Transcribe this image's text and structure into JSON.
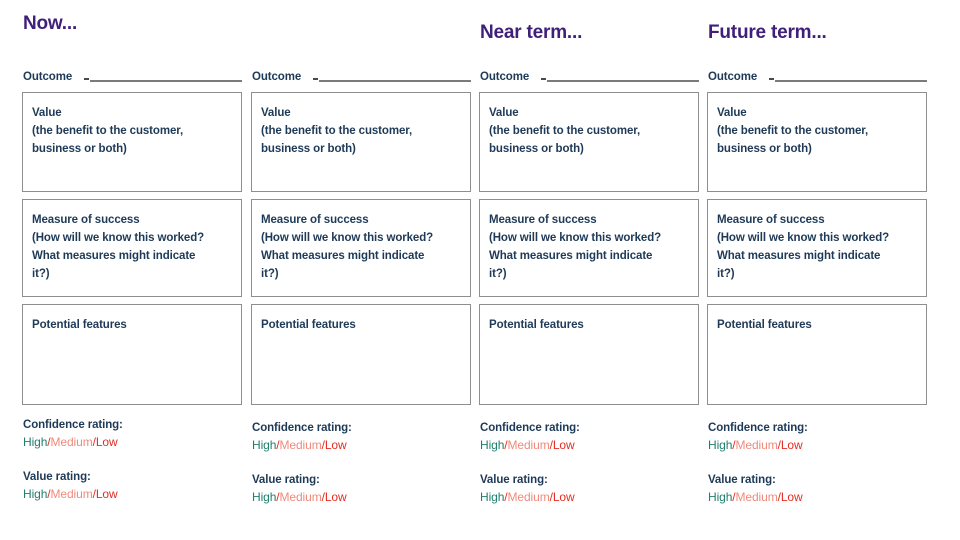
{
  "board": {
    "title": "Now / Near term / Future term outcome planning board",
    "colors": {
      "phase_title": "#3f1f7a",
      "body_text": "#1e3a57",
      "box_border": "#8e8e8e",
      "rating_high": "#20806d",
      "rating_medium": "#f08a7c",
      "rating_low": "#e32d22",
      "background": "#ffffff"
    },
    "columns": [
      {
        "phase": "Now...",
        "outcome_label": "Outcome",
        "cells": [
          {
            "key": "value",
            "text": "Value\n(the benefit to the customer,\nbusiness or both)"
          },
          {
            "key": "measure",
            "text": "Measure of success\n(How will we know this worked?\nWhat measures might indicate\nit?)"
          },
          {
            "key": "feature",
            "text": "Potential features"
          }
        ],
        "ratings": [
          {
            "label": "Confidence rating:",
            "high": "High",
            "medium": "Medium",
            "low": "Low",
            "separator": "/"
          },
          {
            "label": "Value rating:",
            "high": "High",
            "medium": "Medium",
            "low": "Low",
            "separator": "/"
          }
        ]
      },
      {
        "phase": "",
        "outcome_label": "Outcome",
        "cells": [
          {
            "key": "value",
            "text": "Value\n(the benefit to the customer,\nbusiness or both)"
          },
          {
            "key": "measure",
            "text": "Measure of success\n(How will we know this worked?\nWhat measures might indicate\nit?)"
          },
          {
            "key": "feature",
            "text": "Potential features"
          }
        ],
        "ratings": [
          {
            "label": "Confidence rating:",
            "high": "High",
            "medium": "Medium",
            "low": "Low",
            "separator": "/"
          },
          {
            "label": "Value rating:",
            "high": "High",
            "medium": "Medium",
            "low": "Low",
            "separator": "/"
          }
        ]
      },
      {
        "phase": "Near term...",
        "outcome_label": "Outcome",
        "cells": [
          {
            "key": "value",
            "text": "Value\n(the benefit to the customer,\nbusiness or both)"
          },
          {
            "key": "measure",
            "text": "Measure of success\n(How will we know this worked?\nWhat measures might indicate\nit?)"
          },
          {
            "key": "feature",
            "text": "Potential features"
          }
        ],
        "ratings": [
          {
            "label": "Confidence rating:",
            "high": "High",
            "medium": "Medium",
            "low": "Low",
            "separator": "/"
          },
          {
            "label": "Value rating:",
            "high": "High",
            "medium": "Medium",
            "low": "Low",
            "separator": "/"
          }
        ]
      },
      {
        "phase": "Future term...",
        "outcome_label": "Outcome",
        "cells": [
          {
            "key": "value",
            "text": "Value\n(the benefit to the customer,\nbusiness or both)"
          },
          {
            "key": "measure",
            "text": "Measure of success\n(How will we know this worked?\nWhat measures might indicate\nit?)"
          },
          {
            "key": "feature",
            "text": "Potential features"
          }
        ],
        "ratings": [
          {
            "label": "Confidence rating:",
            "high": "High",
            "medium": "Medium",
            "low": "Low",
            "separator": "/"
          },
          {
            "label": "Value rating:",
            "high": "High",
            "medium": "Medium",
            "low": "Low",
            "separator": "/"
          }
        ]
      }
    ]
  }
}
